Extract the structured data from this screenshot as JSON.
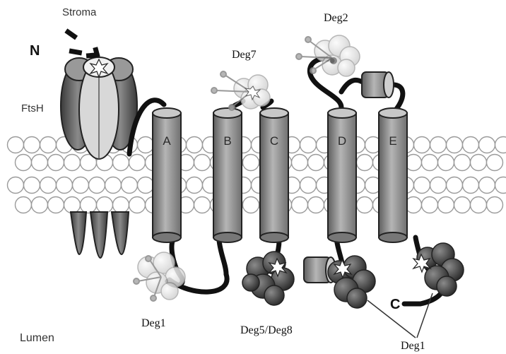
{
  "labels": {
    "stroma": "Stroma",
    "lumen": "Lumen",
    "n_terminus": "N",
    "c_terminus": "C",
    "ftsh": "FtsH",
    "deg7": "Deg7",
    "deg2": "Deg2",
    "deg1_left": "Deg1",
    "deg58": "Deg5/Deg8",
    "deg1_right": "Deg1"
  },
  "helices": [
    "A",
    "B",
    "C",
    "D",
    "E"
  ],
  "colors": {
    "helix_dark": "#6e6e6e",
    "helix_light": "#bdbdbd",
    "lipid_fill": "#ffffff",
    "lipid_stroke": "#9a9a9a",
    "chain": "#111111",
    "protease_light": "#e6e6e6",
    "protease_dark": "#3a3a3a"
  }
}
